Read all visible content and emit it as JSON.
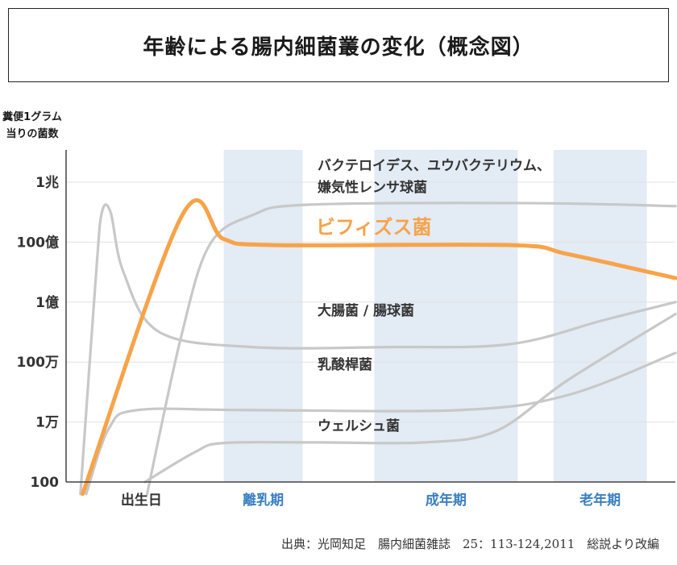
{
  "title": "年齢による腸内細菌叢の変化（概念図）",
  "source": "出典：光岡知足　腸内細菌雑誌　25：113-124,2011　総説より改編",
  "colors": {
    "band": "#e3ebf5",
    "highlight": "#f7a349",
    "other": "#c8c8c8",
    "stage_label": "#3a7fc1",
    "axis": "#444444"
  },
  "chart_data": {
    "type": "line",
    "title": "",
    "ylabel": [
      "糞便1グラム",
      "当りの菌数"
    ],
    "y_scale": "log",
    "y_ticks": [
      "100",
      "1万",
      "100万",
      "1億",
      "100億",
      "1兆"
    ],
    "y_tick_values": [
      2,
      4,
      6,
      8,
      10,
      12
    ],
    "x_labels": [
      "出生日",
      "離乳期",
      "成年期",
      "老年期"
    ],
    "x_label_highlighted": [
      false,
      true,
      true,
      true
    ],
    "shaded_periods": [
      "離乳期",
      "成年期",
      "老年期"
    ],
    "series": [
      {
        "name": "ビフィズス菌",
        "highlight": true,
        "points": [
          [
            0.23,
            1.6
          ],
          [
            1.62,
            10.9
          ],
          [
            2.2,
            10.1
          ],
          [
            2.9,
            9.9
          ],
          [
            6.2,
            9.9
          ],
          [
            7.0,
            9.6
          ],
          [
            8.5,
            8.8
          ]
        ]
      },
      {
        "name": "バクテロイデス、ユウバクテリウム、嫌気性レンサ球菌",
        "highlight": false,
        "points": [
          [
            1.13,
            1.6
          ],
          [
            1.6,
            6.8
          ],
          [
            2.0,
            9.9
          ],
          [
            2.6,
            10.9
          ],
          [
            3.4,
            11.25
          ],
          [
            6.5,
            11.3
          ],
          [
            8.5,
            11.2
          ]
        ]
      },
      {
        "name": "大腸菌 / 腸球菌",
        "highlight": false,
        "points": [
          [
            0.2,
            1.6
          ],
          [
            0.42,
            9.0
          ],
          [
            0.5,
            11.0
          ],
          [
            0.62,
            11.0
          ],
          [
            0.8,
            9.0
          ],
          [
            1.3,
            7.0
          ],
          [
            2.6,
            6.5
          ],
          [
            4.5,
            6.5
          ],
          [
            6.2,
            6.6
          ],
          [
            7.5,
            7.4
          ],
          [
            8.5,
            8.0
          ]
        ]
      },
      {
        "name": "乳酸桿菌",
        "highlight": false,
        "points": [
          [
            0.28,
            1.6
          ],
          [
            0.6,
            3.8
          ],
          [
            1.0,
            4.4
          ],
          [
            2.5,
            4.4
          ],
          [
            5.5,
            4.4
          ],
          [
            7.0,
            4.9
          ],
          [
            8.5,
            6.3
          ]
        ]
      },
      {
        "name": "ウェルシュ菌",
        "highlight": false,
        "points": [
          [
            1.1,
            2.0
          ],
          [
            1.8,
            3.0
          ],
          [
            2.2,
            3.3
          ],
          [
            3.5,
            3.32
          ],
          [
            5.0,
            3.32
          ],
          [
            6.0,
            3.7
          ],
          [
            7.0,
            5.4
          ],
          [
            8.5,
            7.6
          ]
        ]
      }
    ]
  }
}
